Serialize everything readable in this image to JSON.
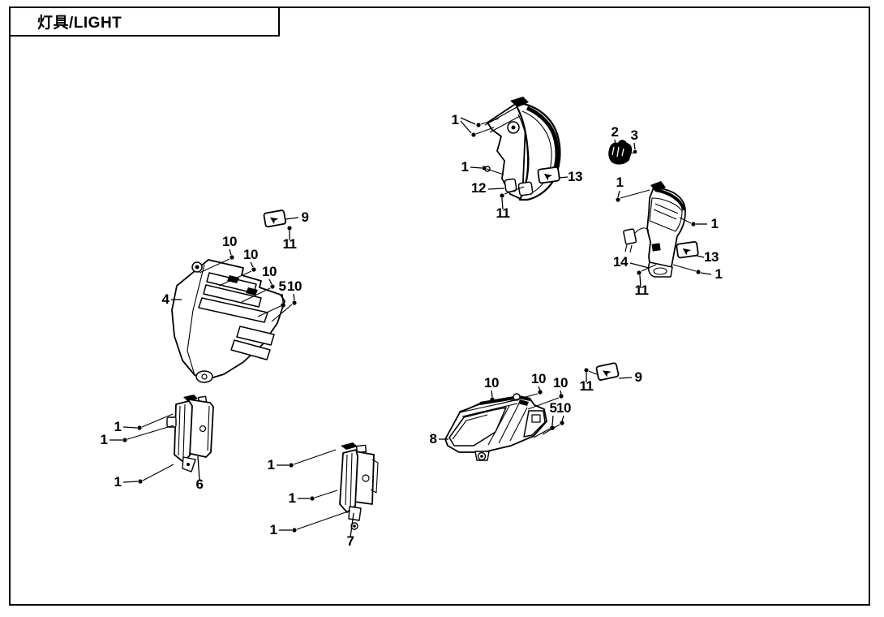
{
  "title": {
    "text": "灯具/LIGHT"
  },
  "colors": {
    "background": "#ffffff",
    "line": "#000000",
    "text": "#000000"
  },
  "assemblies": [
    {
      "name": "tail-lamp",
      "callouts": [
        "1",
        "1",
        "12",
        "11",
        "13"
      ]
    },
    {
      "name": "rear-fender-lamp",
      "callouts": [
        "2",
        "3",
        "1",
        "1",
        "14",
        "11",
        "13",
        "1"
      ]
    },
    {
      "name": "front-lamp-module",
      "callouts": [
        "9",
        "11",
        "10",
        "10",
        "10",
        "5",
        "10",
        "4"
      ]
    },
    {
      "name": "turn-signal-lamp-6",
      "callouts": [
        "1",
        "1",
        "1",
        "6"
      ]
    },
    {
      "name": "turn-signal-lamp-7",
      "callouts": [
        "1",
        "1",
        "1",
        "7"
      ]
    },
    {
      "name": "headlight",
      "callouts": [
        "10",
        "10",
        "10",
        "5",
        "10",
        "11",
        "9",
        "8"
      ]
    }
  ]
}
